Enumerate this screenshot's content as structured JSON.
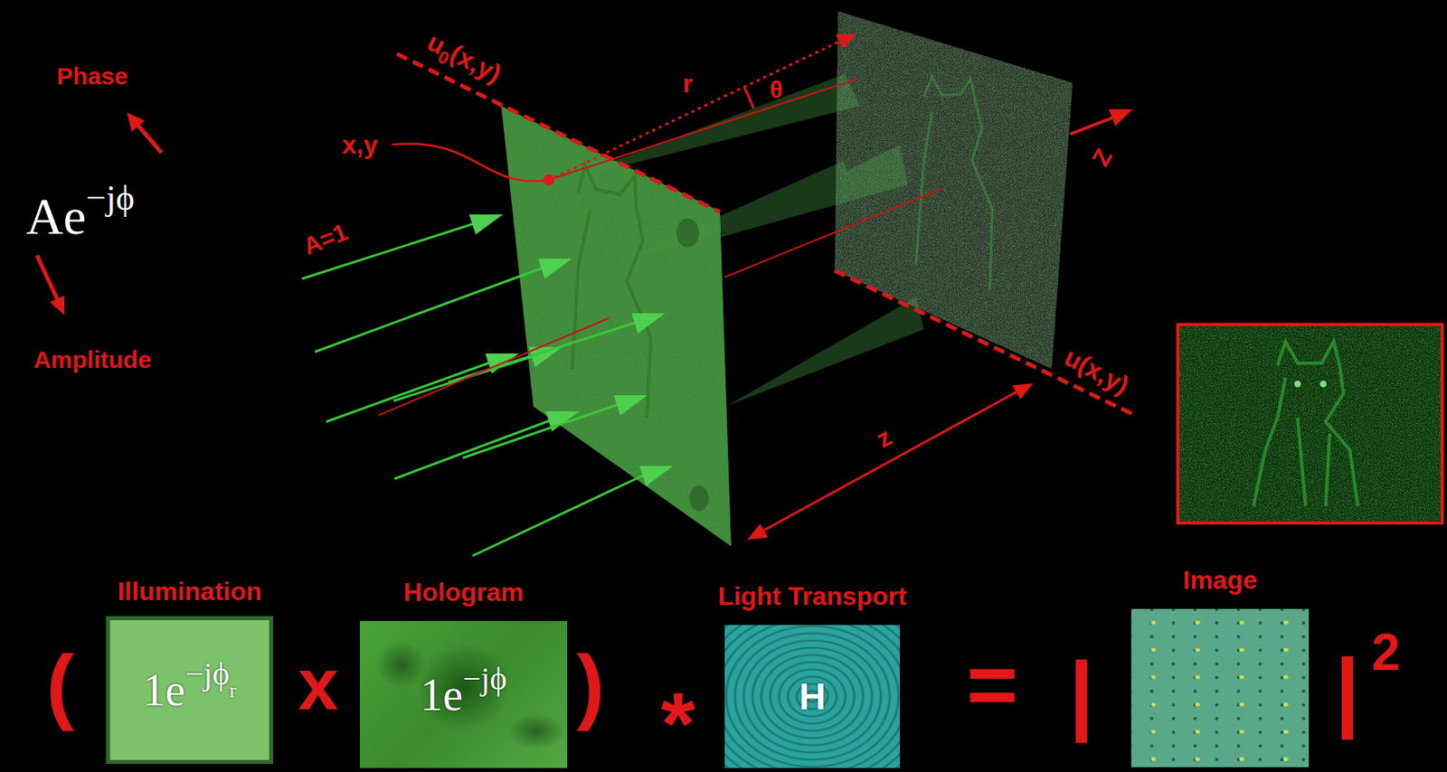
{
  "diagram": {
    "nodes": [
      {
        "text": [
          "Illumination",
          "1e",
          "−jϕ",
          "r"
        ]
      },
      {
        "text": [
          "Hologram",
          "1e",
          "−jϕ"
        ]
      },
      {
        "text": [
          "Light Transport",
          "H"
        ]
      },
      {
        "text": [
          "Image"
        ]
      }
    ],
    "labels": [
      "Phase",
      "Amplitude",
      "Ae",
      "−jϕ",
      "u",
      "0",
      "(x,y)",
      "x,y",
      "r",
      "θ",
      "A=1",
      "Z",
      "u(x,y)",
      "z",
      "(",
      "x",
      ")",
      "*",
      "=",
      "|",
      "|",
      "2"
    ]
  }
}
